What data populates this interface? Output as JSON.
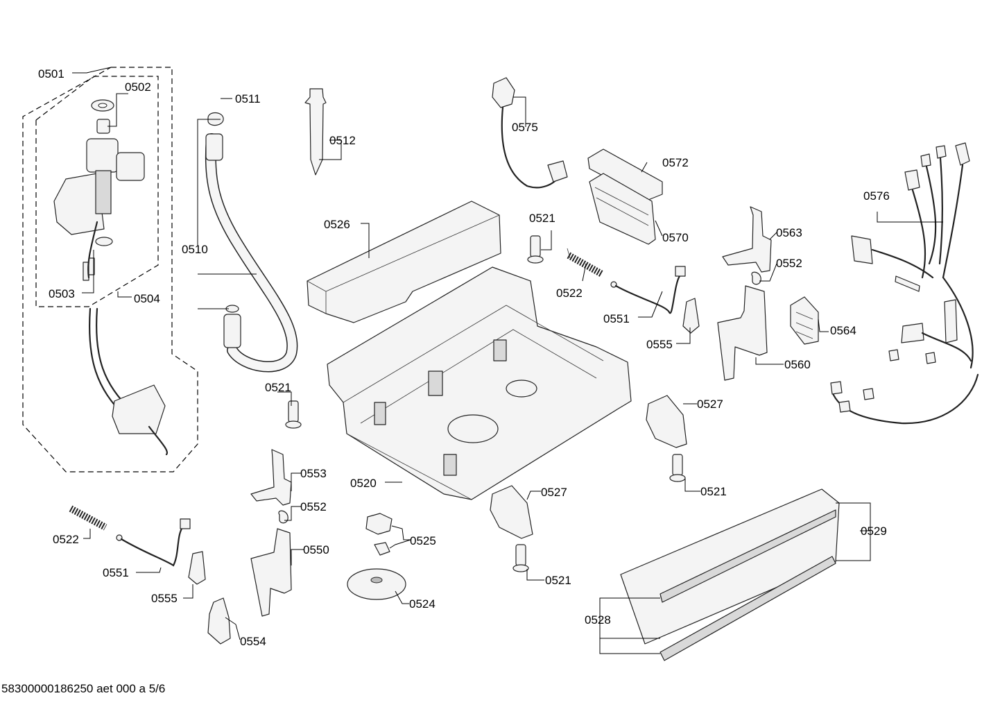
{
  "footer": "58300000186250 aet 000 a 5/6",
  "labels": {
    "p0501": "0501",
    "p0502": "0502",
    "p0503": "0503",
    "p0504": "0504",
    "p0510": "0510",
    "p0511": "0511",
    "p0512": "0512",
    "p0520": "0520",
    "p0521a": "0521",
    "p0521b": "0521",
    "p0521c": "0521",
    "p0521d": "0521",
    "p0522a": "0522",
    "p0522b": "0522",
    "p0524": "0524",
    "p0525": "0525",
    "p0526": "0526",
    "p0527a": "0527",
    "p0527b": "0527",
    "p0528": "0528",
    "p0529": "0529",
    "p0550": "0550",
    "p0551a": "0551",
    "p0551b": "0551",
    "p0552a": "0552",
    "p0552b": "0552",
    "p0553": "0553",
    "p0554": "0554",
    "p0555a": "0555",
    "p0555b": "0555",
    "p0560": "0560",
    "p0563": "0563",
    "p0564": "0564",
    "p0570": "0570",
    "p0572": "0572",
    "p0575": "0575",
    "p0576": "0576"
  }
}
